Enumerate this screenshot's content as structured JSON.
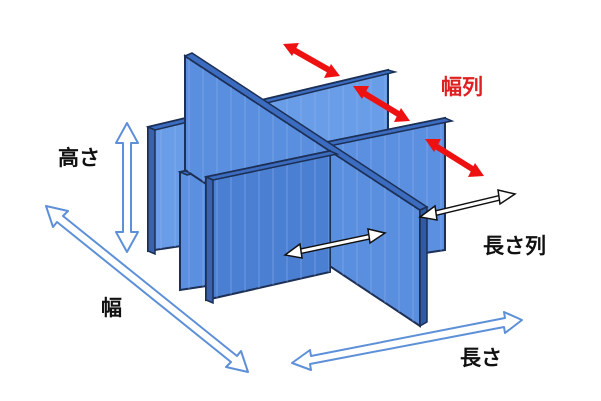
{
  "labels": {
    "height": "高さ",
    "width": "幅",
    "length": "長さ",
    "length_rows": "長さ列",
    "width_rows": "幅列"
  },
  "colors": {
    "panel_front": "#4a7fd2",
    "panel_mid": "#5b8fe0",
    "panel_back": "#6a9de8",
    "panel_top": "#3b6cc0",
    "panel_stroke": "#1c2f55",
    "outline_arrow": "#5e90d8",
    "red_arrow": "#ee1111",
    "label_red": "#e02020",
    "label_dark": "#111111"
  }
}
